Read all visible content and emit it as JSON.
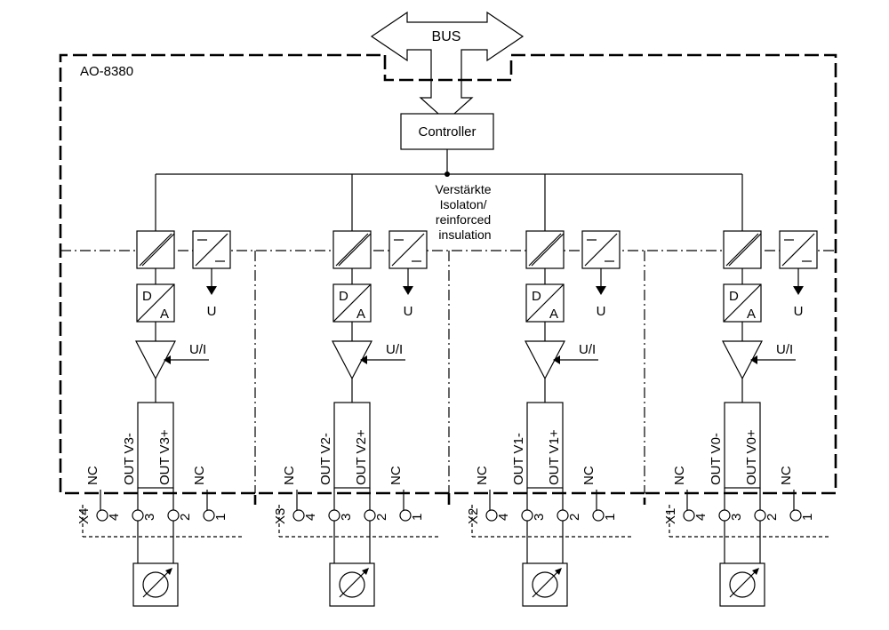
{
  "bus_label": "BUS",
  "module_name": "AO-8380",
  "controller_label": "Controller",
  "isolation_note": [
    "Verstärkte",
    "Isolaton/",
    "reinforced",
    "insulation"
  ],
  "dac": {
    "top": "D",
    "bottom": "A"
  },
  "supply_label": "U",
  "mode_label": "U/I",
  "channels": [
    {
      "connector": "X4",
      "out_minus": "OUT V3-",
      "out_plus": "OUT V3+"
    },
    {
      "connector": "X3",
      "out_minus": "OUT V2-",
      "out_plus": "OUT V2+"
    },
    {
      "connector": "X2",
      "out_minus": "OUT V1-",
      "out_plus": "OUT V1+"
    },
    {
      "connector": "X1",
      "out_minus": "OUT V0-",
      "out_plus": "OUT V0+"
    }
  ],
  "nc_label": "NC",
  "pins": [
    "4",
    "3",
    "2",
    "1"
  ]
}
